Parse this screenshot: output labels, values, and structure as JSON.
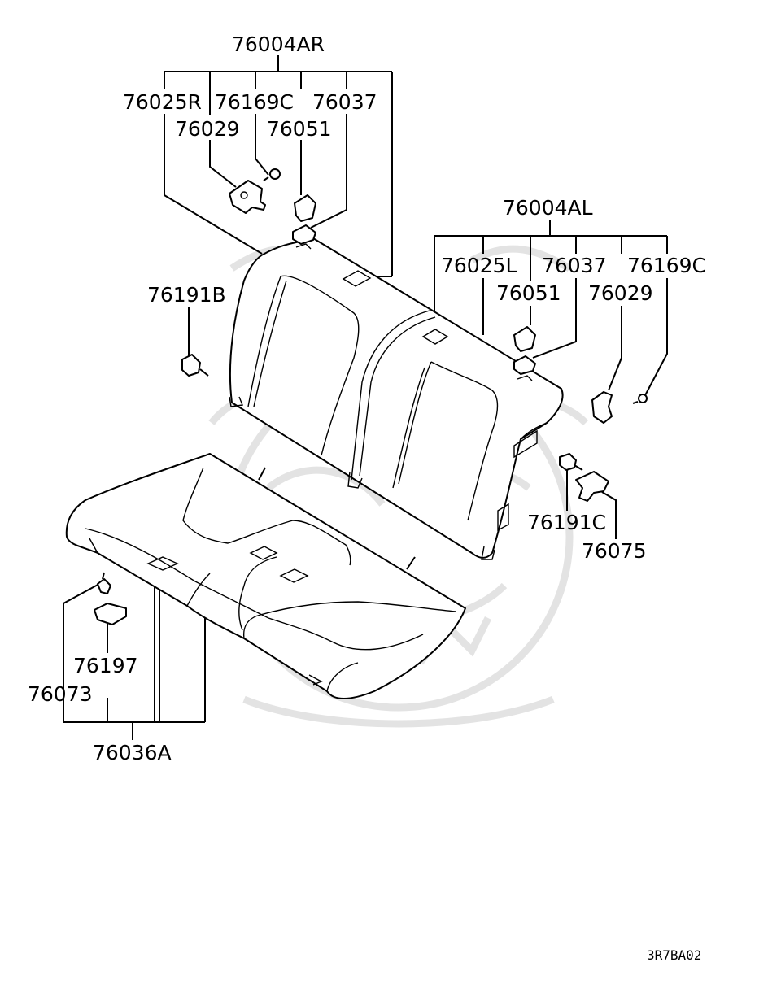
{
  "labels": {
    "assy_r": "76004AR",
    "r_25": "76025R",
    "r_169": "76169C",
    "r_37": "76037",
    "r_29": "76029",
    "r_51": "76051",
    "b191": "76191B",
    "assy_l": "76004AL",
    "l_25": "76025L",
    "l_37": "76037",
    "l_169": "76169C",
    "l_51": "76051",
    "l_29": "76029",
    "c191": "76191C",
    "p75": "76075",
    "p197": "76197",
    "p73": "76073",
    "p36": "76036A"
  },
  "diagram_code": "3R7BA02"
}
